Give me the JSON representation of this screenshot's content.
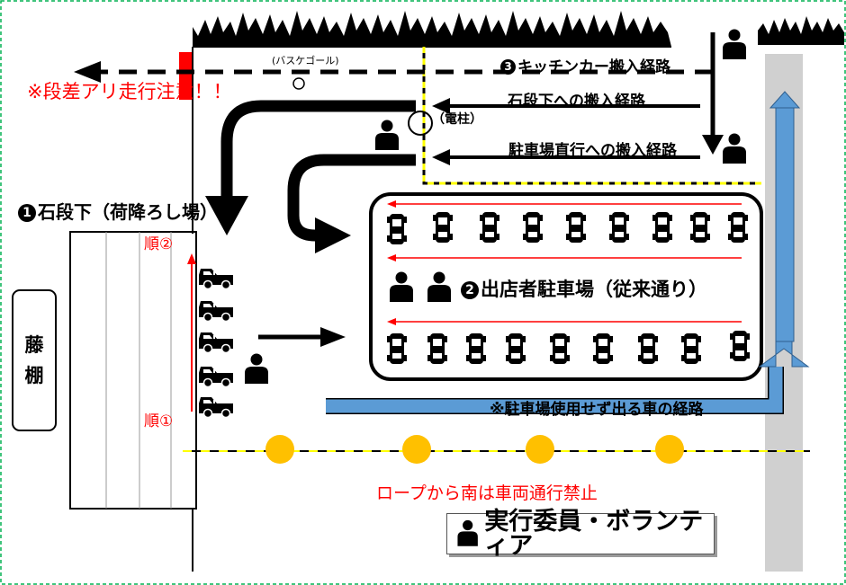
{
  "labels": {
    "step_warning": "※段差アリ走行注意！！",
    "basket_goal": "(バスケゴール)",
    "kitchen_car_route": "キッチンカー搬入経路",
    "kitchen_car_num": "3",
    "stone_steps_route": "石段下への搬入経路",
    "utility_pole": "（電柱）",
    "parking_direct_route": "駐車場直行への搬入経路",
    "zone1_num": "1",
    "zone1": "石段下（荷降ろし場）",
    "order2": "順②",
    "order1": "順①",
    "zone2_num": "2",
    "zone2": "出店者駐車場（従来通り）",
    "exit_route": "※駐車場使用せず出る車の経路",
    "rope_notice": "ロープから南は車両通行禁止"
  },
  "shelf": {
    "line1": "藤",
    "line2": "棚"
  },
  "legend": {
    "icon": "person-icon",
    "label": "実行委員・ボランティア"
  },
  "colors": {
    "route_arrow": "#000000",
    "warning_text": "#ff0000",
    "exit_route": "#5b9bd5",
    "road_band": "#d0d0d0",
    "rope_line": "#ffff00",
    "rope_pole": "#ffc000",
    "warning_marker": "#ff0000"
  }
}
